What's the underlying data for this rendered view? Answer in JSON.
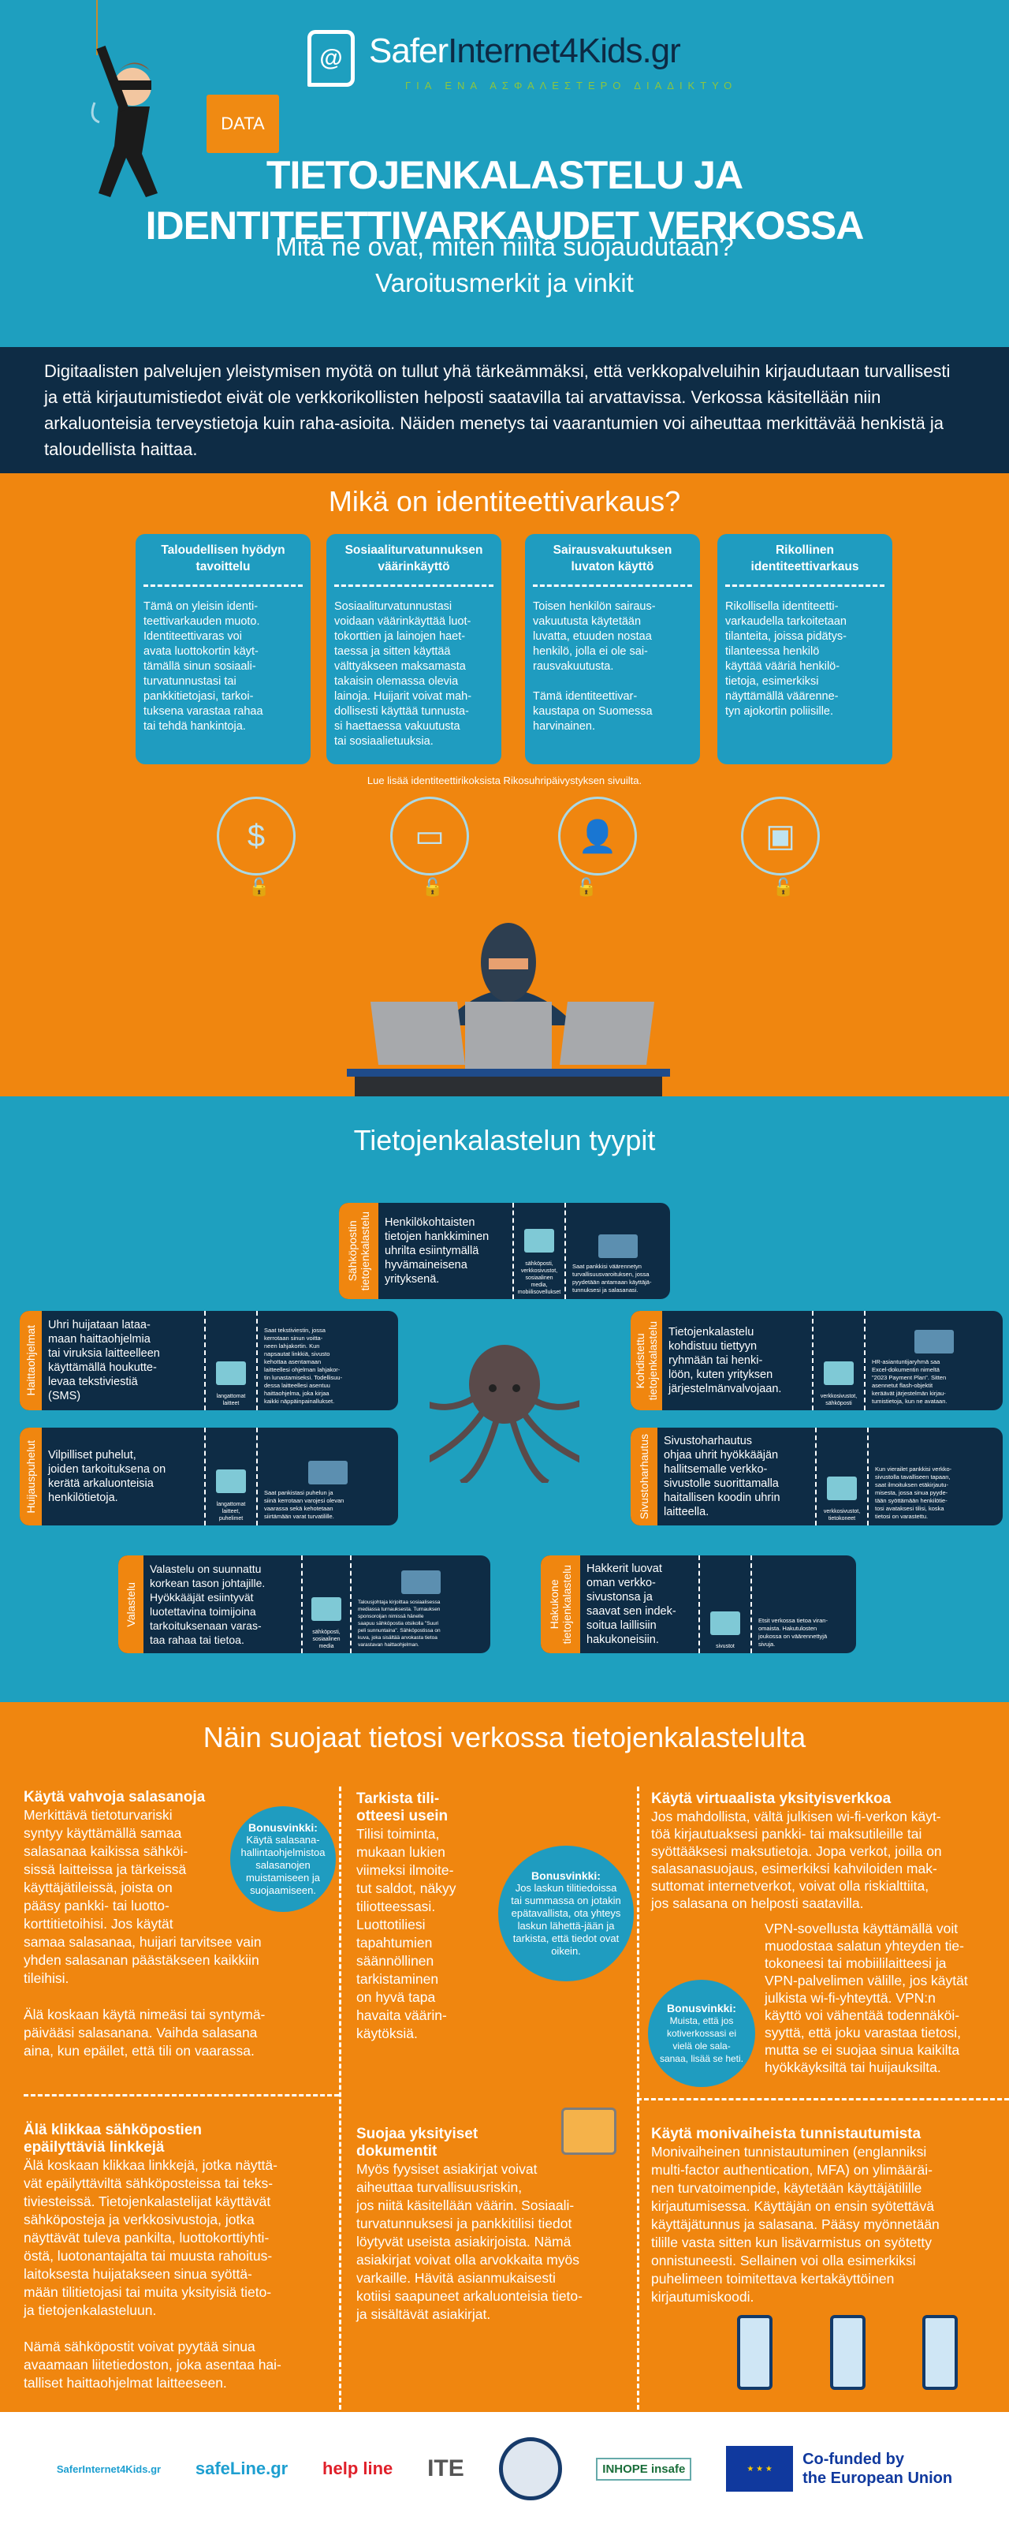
{
  "header": {
    "logo_prefix": "Safer",
    "logo_mid": "Internet4Kids",
    "logo_suffix": ".gr",
    "logo_tagline": "ΓΙΑ ΕΝΑ ΑΣΦΑΛΕΣΤΕΡΟ ΔΙΑΔΙΚΤΥΟ",
    "folder_label": "DATA",
    "title_line1": "TIETOJENKALASTELU JA",
    "title_line2": "IDENTITEETTIVARKAUDET VERKOSSA",
    "subtitle_line1": "Mitä ne ovat, miten niiltä suojaudutaan?",
    "subtitle_line2": "Varoitusmerkit ja vinkit"
  },
  "intro": "Digitaalisten palvelujen yleistymisen myötä on tullut yhä tärkeämmäksi, että verkkopalveluihin kirjaudutaan turvallisesti ja että kirjautumistiedot eivät ole verkkorikollisten helposti saatavilla tai arvattavissa. Verkossa käsitellään niin arkaluonteisia terveystietoja kuin raha-asioita. Näiden menetys tai vaarantumien voi aiheuttaa merkittävää henkistä ja taloudellista haittaa.",
  "identity": {
    "heading": "Mikä on identiteettivarkaus?",
    "cards": [
      {
        "title": "Taloudellisen hyödyn tavoittelu",
        "text": "Tämä on yleisin identi-\nteettivarkauden muoto.\nIdentiteettivaras voi\navata luottokortin käyt-\ntämällä sinun sosiaali-\nturvatunnustasi tai\npankkitietojasi, tarkoi-\ntuksena varastaa rahaa\ntai tehdä hankintoja."
      },
      {
        "title": "Sosiaaliturvatunnuksen väärinkäyttö",
        "text": "Sosiaaliturvatunnustasi\nvoidaan väärinkäyttää luot-\ntokorttien ja lainojen haet-\ntaessa ja sitten käyttää\nvälttyäkseen maksamasta\ntakaisin olemassa olevia\nlainoja. Huijarit voivat mah-\ndollisesti käyttää tunnusta-\nsi haettaessa vakuutusta\ntai sosiaalietuuksia."
      },
      {
        "title": "Sairausvakuutuksen luvaton käyttö",
        "text": "Toisen henkilön sairaus-\nvakuutusta käytetään\nluvatta, etuuden nostaa\nhenkilö, jolla ei ole sai-\nrausvakuutusta.\n\nTämä identiteettivar-\nkaustapa on Suomessa\nharvinainen."
      },
      {
        "title": "Rikollinen identiteettivarkaus",
        "text": "Rikollisella identiteetti-\nvarkaudella tarkoitetaan\ntilanteita, joissa pidätys-\ntilanteessa henkilö\nkäyttää vääriä henkilö-\ntietoja, esimerkiksi\nnäyttämällä väärenne-\ntyn ajokortin poliisille."
      }
    ],
    "note": "Lue lisää identiteettirikoksista Rikosuhripäivystyksen sivuilta.",
    "icons": [
      "coins-icon",
      "credit-card-icon",
      "person-icon",
      "safe-icon"
    ]
  },
  "phishing": {
    "heading": "Tietojenkalastelun tyypit",
    "types": [
      {
        "label": "Sähköpostin\ntietojenkalastelu",
        "desc": "Henkilökohtaisten\ntietojen hankkiminen\nuhrilta esiintymällä\nhyvämaineisena\nyrityksenä.",
        "devices": "sähköposti,\nverkkosivustot,\nsosiaalinen media,\nmobiilisovellukset",
        "example": "Saat pankkisi väärennetyn\nturvallisuusvaroituksen, jossa\npyydetään antamaan käyttäjä-\ntunnuksesi ja salasanasi."
      },
      {
        "label": "Haittaohjelmat",
        "desc": "Uhri huijataan lataa-\nmaan haittaohjelmia\ntai viruksia laitteelleen\nkäyttämällä houkutte-\nlevaa tekstiviestiä\n(SMS)",
        "devices": "langattomat\nlaitteet",
        "example": "Saat tekstiviestin, jossa\nkerrotaan sinun voitta-\nneen lahjakortin. Kun\nnapsautat linkkiä, sivusto\nkehottaa asentamaan\nlaitteellesi ohjelman lahjakor-\ntin lunastamiseksi. Todellisuu-\ndessa laitteellesi asentuu\nhaittaohjelma, joka kirjaa\nkaikki näppäinpainallukset."
      },
      {
        "label": "Huijauspuhelut",
        "desc": "Vilpilliset puhelut,\njoiden tarkoituksena on\nkerätä arkaluonteisia\nhenkilötietoja.",
        "devices": "langattomat\nlaitteet,\npuhelimet",
        "example": "Saat pankistasi puhelun ja\nsiinä kerrotaan varojesi olevan\nvaarassa sekä kehotetaan\nsiirtämään varat turvatilille."
      },
      {
        "label": "Kohdistettu\ntietojenkalastelu",
        "desc": "Tietojenkalastelu\nkohdistuu tiettyyn\nryhmään tai henki-\nlöön, kuten yrityksen\njärjestelmänvalvojaan.",
        "devices": "verkkosivustot,\nsähköposti",
        "example": "HR-asiantuntijaryhmä saa\nExcel-dokumentin nimeltä\n\"2023 Payment Plan\". Sitten\nasennetut flash-objektit\nkeräävät järjestelmän kirjau-\ntumistietoja, kun ne avataan."
      },
      {
        "label": "Sivustoharhautus",
        "desc": "Sivustoharhautus\nohjaa uhrit hyökkääjän\nhallitsemalle verkko-\nsivustolle suorittamalla\nhaitallisen koodin uhrin\nlaitteella.",
        "devices": "verkkosivustot,\ntietokoneet",
        "example": "Kun vierailet pankkisi verkko-\nsivustolla tavalliseen tapaan,\nsaat ilmoituksen etäkirjautu-\nmisesta, jossa sinua pyyde-\ntään syöttämään henkilötie-\ntosi avataksesi tilisi, koska\ntietosi on varastettu."
      },
      {
        "label": "Valastelu",
        "desc": "Valastelu on suunnattu\nkorkean tason johtajille.\nHyökkääjät esiintyvät\nluotettavina toimijoina\ntarkoituksenaan varas-\ntaa rahaa tai tietoa.",
        "devices": "sähköposti,\nsosiaalinen\nmedia",
        "example": "Talousjohtaja kirjoittaa sosiaalisessa\nmediassa turnauksesta. Turnauksen\nsponsoroijan nimissä hänelle\nsaapuu sähköpostia otsikolla \"Suuri\npeli sunnuntaina\". Sähköpostissa on\nkuva, joka sisältää arvokasta tietoa\nvarastavan haittaohjelman."
      },
      {
        "label": "Hakukone\ntietojenkalastelu",
        "desc": "Hakkerit luovat\noman verkko-\nsivustonsa ja\nsaavat sen indek-\nsoitua laillisiin\nhakukoneisiin.",
        "devices": "sivustot",
        "example": "Etsit verkossa tietoa viran-\nomaista. Hakutulosten\njoukossa on väärennettyjä\nsivuja."
      }
    ]
  },
  "tips": {
    "heading": "Näin suojaat tietosi verkossa tietojenkalastelulta",
    "items": [
      {
        "title": "Käytä vahvoja salasanoja",
        "text": "Merkittävä tietoturvariski\nsyntyy käyttämällä samaa\nsalasanaa kaikissa sähköi-\nsissä laitteissa ja tärkeissä\nkäyttäjätileissä, joista on\npääsy pankki- tai luotto-\nkorttitietoihisi. Jos käytät\nsamaa salasanaa, huijari tarvitsee vain\nyhden salasanan päästäkseen kaikkiin\ntileihisi.\n\nÄlä koskaan käytä nimeäsi tai syntymä-\npäivääsi salasanana. Vaihda salasana\naina, kun epäilet, että tili on vaarassa.",
        "bonus_title": "Bonusvinkki:",
        "bonus_text": "Käytä salasana-hallintaohjelmistoa salasanojen muistamiseen ja suojaamiseen."
      },
      {
        "title": "Tarkista tili-\notteesi usein",
        "text": "Tilisi toiminta,\nmukaan lukien\nviimeksi ilmoite-\ntut saldot, näkyy\ntiliotteessasi.\nLuottotiliesi\ntapahtumien\nsäännöllinen\ntarkistaminen\non hyvä tapa\nhavaita väärin-\nkäytöksiä.",
        "bonus_title": "Bonusvinkki:",
        "bonus_text": "Jos laskun tilitiedoissa tai summassa on jotakin epätavallista, ota yhteys laskun lähettä-jään ja tarkista, että tiedot ovat oikein."
      },
      {
        "title": "Käytä virtuaalista yksityisverkkoa",
        "text": "Jos mahdollista, vältä julkisen wi-fi-verkon käyt-\ntöä kirjautuaksesi pankki- tai maksutileille tai\nsyöttääksesi maksutietoja. Jopa verkot, joilla on\nsalasanasuojaus, esimerkiksi kahviloiden mak-\nsuttomat internetverkot, voivat olla riskialttiita,\njos salasana on helposti saatavilla.",
        "text2": "VPN-sovellusta käyttämällä voit\nmuodostaa salatun yhteyden tie-\ntokoneesi tai mobiililaitteesi ja\nVPN-palvelimen välille, jos käytät\njulkista wi-fi-yhteyttä. VPN:n\nkäyttö voi vähentää todennäköi-\nsyyttä, että joku varastaa tietosi,\nmutta se ei suojaa sinua kaikilta\nhyökkäyksiltä tai huijauksilta.",
        "bonus_title": "Bonusvinkki:",
        "bonus_text": "Muista, että jos kotiverkossasi ei vielä ole sala-sanaa, lisää se heti."
      },
      {
        "title": "Älä klikkaa sähköpostien\nepäilyttäviä linkkejä",
        "text": "Älä koskaan klikkaa linkkejä, jotka näyttä-\nvät epäilyttäviltä sähköposteissa tai teks-\ntiviesteissä. Tietojenkalastelijat käyttävät\nsähköposteja ja verkkosivustoja, jotka\nnäyttävät tuleva pankilta, luottokorttiyhti-\nöstä, luotonantajalta tai muusta rahoitus-\nlaitoksesta huijatakseen sinua syöttä-\nmään tilitietojasi tai muita yksityisiä tieto-\nja tietojenkalasteluun.\n\nNämä sähköpostit voivat pyytää sinua\navaamaan liitetiedoston, joka asentaa hai-\ntalliset haittaohjelmat laitteeseen."
      },
      {
        "title": "Suojaa yksityiset\ndokumentit",
        "text": "Myös fyysiset asiakirjat voivat\naiheuttaa turvallisuusriskin,\njos niitä käsitellään väärin. Sosiaali-\nturvatunnuksesi ja pankkitilisi tiedot\nlöytyvät useista asiakirjoista. Nämä\nasiakirjat voivat olla arvokkaita myös\nvarkaille. Hävitä asianmukaisesti\nkotiisi saapuneet arkaluonteisia tieto-\nja sisältävät asiakirjat."
      },
      {
        "title": "Käytä monivaiheista tunnistautumista",
        "text": "Monivaiheinen tunnistautuminen (englanniksi\nmulti-factor authentication, MFA) on ylimääräi-\nnen turvatoimenpide, käytetään käyttäjätilille\nkirjautumisessa. Käyttäjän on ensin syötettävä\nkäyttäjätunnus ja salasana. Pääsy myönnetään\ntilille vasta sitten kun lisävarmistus on syötetty\nonnistuneesti. Sellainen voi olla esimerkiksi\npuhelimeen toimitettava kertakäyttöinen\nkirjautumiskoodi."
      }
    ]
  },
  "footer": {
    "logos": [
      "SaferInternet4Kids.gr",
      "safeLine.gr",
      "help line",
      "ITE",
      "INHOPE insafe"
    ],
    "eu_text": "Co-funded by\nthe European Union"
  },
  "colors": {
    "teal": "#1ea0bf",
    "navy": "#0e2c45",
    "orange": "#f0860f",
    "card_blue": "#1f9cc0"
  }
}
